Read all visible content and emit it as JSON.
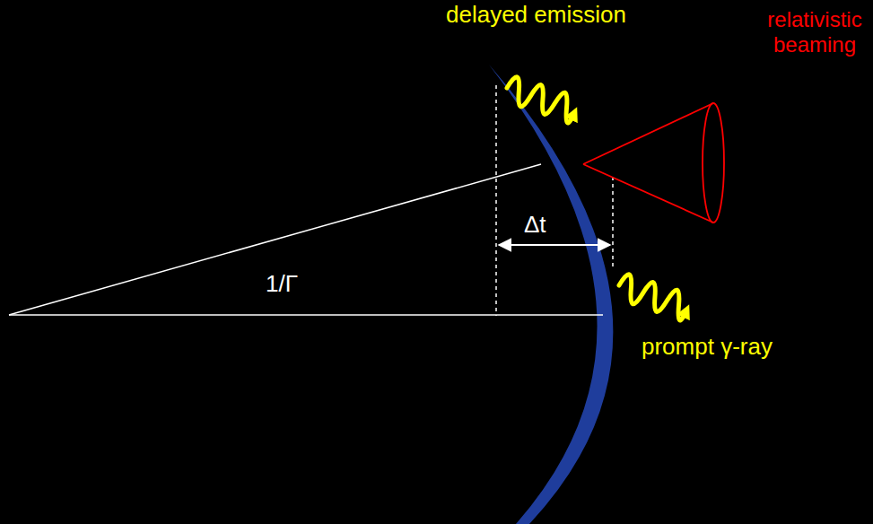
{
  "diagram": {
    "labels": [
      "delayed emission",
      "relativistic beaming",
      "1/Γ",
      "Δt",
      "prompt γ-ray"
    ]
  }
}
